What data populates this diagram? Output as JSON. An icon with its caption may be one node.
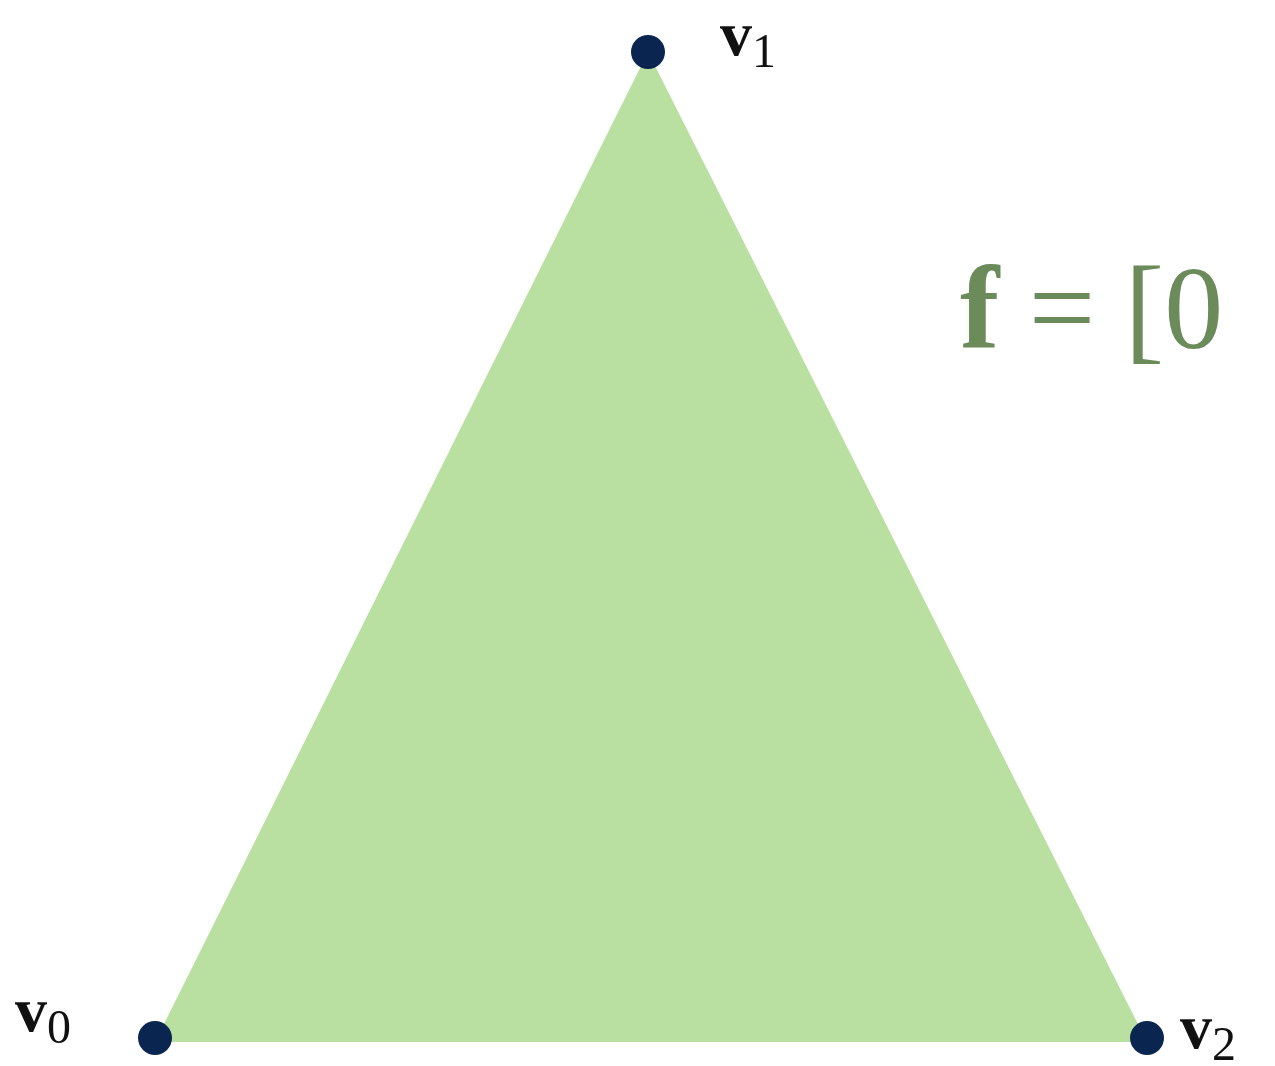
{
  "diagram": {
    "labels": [
      "**v**$_{1}$",
      "**f** = [0",
      "**v**$_{0}$",
      "**v**$_{2}$"
    ]
  }
}
